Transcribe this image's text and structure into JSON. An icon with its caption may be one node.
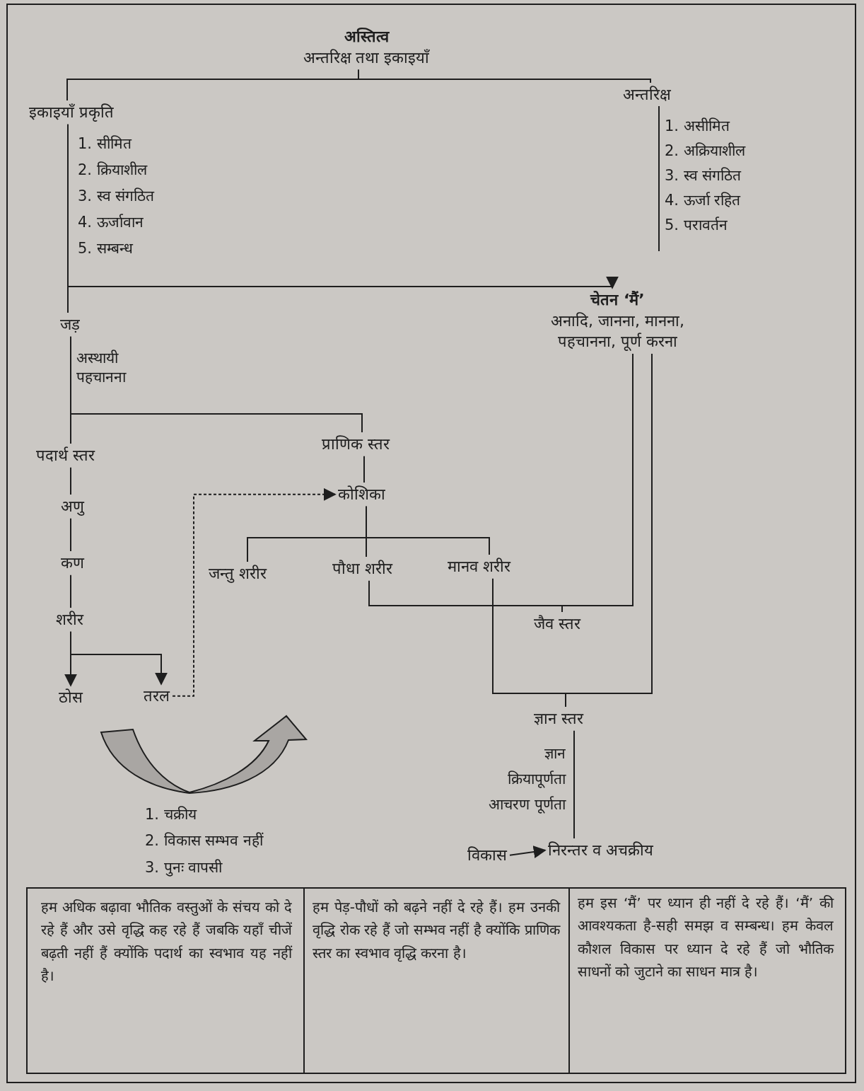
{
  "diagram": {
    "nodes": [
      {
        "text": [
          "अस्तित्व",
          "अन्तरिक्ष तथा इकाइयाँ"
        ]
      },
      {
        "text": [
          "इकाइयाँ प्रकृति"
        ],
        "beside": [
          "1. सीमित",
          "2. क्रियाशील",
          "3. स्व संगठित",
          "4. ऊर्जावान",
          "5. सम्बन्ध"
        ]
      },
      {
        "text": [
          "अन्तरिक्ष"
        ],
        "beside": [
          "1. असीमित",
          "2. अक्रियाशील",
          "3. स्व संगठित",
          "4. ऊर्जा रहित",
          "5. परावर्तन"
        ]
      },
      {
        "text": [
          "चेतन ‘मैं’",
          "अनादि, जानना, मानना, पहचानना, पूर्ण करना"
        ]
      },
      {
        "text": [
          "जड़"
        ],
        "beside": [
          "अस्थायी पहचानना"
        ]
      },
      {
        "text": [
          "पदार्थ स्तर"
        ]
      },
      {
        "text": [
          "प्राणिक स्तर"
        ]
      },
      {
        "text": [
          "अणु"
        ]
      },
      {
        "text": [
          "कण"
        ]
      },
      {
        "text": [
          "शरीर"
        ]
      },
      {
        "text": [
          "ठोस"
        ]
      },
      {
        "text": [
          "तरल"
        ]
      },
      {
        "text": [
          "कोशिका"
        ]
      },
      {
        "text": [
          "जन्तु शरीर"
        ]
      },
      {
        "text": [
          "पौधा शरीर"
        ]
      },
      {
        "text": [
          "मानव शरीर"
        ]
      },
      {
        "text": [
          "जैव स्तर"
        ]
      },
      {
        "text": [
          "ज्ञान स्तर"
        ],
        "beside": [
          "ज्ञान",
          "क्रियापूर्णता",
          "आचरण पूर्णता"
        ]
      },
      {
        "text": [
          "विकास"
        ]
      },
      {
        "text": [
          "निरन्तर व अचक्रीय"
        ]
      }
    ],
    "edges": [
      {
        "from": 0,
        "to": 1,
        "arrow": "none"
      },
      {
        "from": 0,
        "to": 2,
        "arrow": "none"
      },
      {
        "from": 1,
        "to": 3,
        "arrow": "to"
      },
      {
        "from": 1,
        "to": 4,
        "arrow": "none"
      },
      {
        "from": 4,
        "to": 5,
        "arrow": "none"
      },
      {
        "from": 4,
        "to": 6,
        "arrow": "none"
      },
      {
        "from": 5,
        "to": 7,
        "arrow": "none"
      },
      {
        "from": 7,
        "to": 8,
        "arrow": "none"
      },
      {
        "from": 8,
        "to": 9,
        "arrow": "none"
      },
      {
        "from": 9,
        "to": 10,
        "arrow": "to"
      },
      {
        "from": 9,
        "to": 11,
        "arrow": "to"
      },
      {
        "from": 11,
        "to": 12,
        "arrow": "to",
        "style": "dashed"
      },
      {
        "from": 6,
        "to": 12,
        "arrow": "none"
      },
      {
        "from": 12,
        "to": 13,
        "arrow": "none"
      },
      {
        "from": 12,
        "to": 14,
        "arrow": "none"
      },
      {
        "from": 12,
        "to": 15,
        "arrow": "none"
      },
      {
        "from": 14,
        "to": 16,
        "arrow": "none"
      },
      {
        "from": 3,
        "to": 16,
        "arrow": "none"
      },
      {
        "from": 15,
        "to": 17,
        "arrow": "none"
      },
      {
        "from": 3,
        "to": 17,
        "arrow": "none"
      },
      {
        "from": 17,
        "to": 19,
        "arrow": "none"
      },
      {
        "from": 18,
        "to": 19,
        "arrow": "to"
      }
    ],
    "labels": [
      "1. चक्रीय",
      "2. विकास सम्भव नहीं",
      "3. पुनः वापसी",
      "हम अधिक बढ़ावा भौतिक वस्तुओं के संचय को दे रहे हैं और उसे वृद्धि कह रहे हैं जबकि यहाँ चीजें बढ़ती नहीं हैं क्योंकि पदार्थ का स्वभाव यह नहीं है।",
      "हम पेड़-पौधों को बढ़ने नहीं दे रहे हैं। हम उनकी वृद्धि रोक रहे हैं जो सम्भव नहीं है क्योंकि प्राणिक स्तर का स्वभाव वृद्धि करना है।",
      "हम इस ‘मैं’ पर ध्यान ही नहीं दे रहे हैं। ‘मैं’ की आवश्यकता है-सही समझ व सम्बन्ध। हम केवल कौशल विकास पर ध्यान दे रहे हैं जो भौतिक साधनों को जुटाने का साधन मात्र है।"
    ]
  }
}
